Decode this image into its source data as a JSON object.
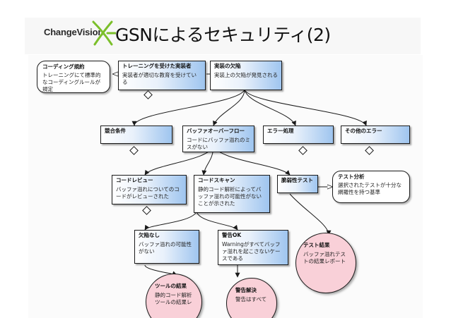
{
  "header": {
    "logo_text_a": "Change",
    "logo_text_b": "Vision",
    "title": "GSNによるセキュリティ(2)"
  },
  "colors": {
    "goal_gradient_end": "#9fc5ef",
    "solution_fill": "#f9d0d8",
    "stroke": "#1a1a1a"
  },
  "nodes": {
    "coding_rules": {
      "title": "コーディング規約",
      "desc": "トレーニングにて標準的なコーディングルールが規定"
    },
    "trained_impl": {
      "title": "トレーニングを受けた実装者",
      "desc": "実装者が適切な教育を受けている"
    },
    "impl_defects": {
      "title": "実装の欠陥",
      "desc": "実装上の欠陥が発見される"
    },
    "race": {
      "title": "競合条件",
      "desc": ""
    },
    "buffer_overflow": {
      "title": "バッファオーバーフロー",
      "desc": "コードにバッファ溢れのミスがない"
    },
    "error_handling": {
      "title": "エラー処理",
      "desc": ""
    },
    "other_errors": {
      "title": "その他のエラー",
      "desc": ""
    },
    "code_review": {
      "title": "コードレビュー",
      "desc": "バッファ溢れについてのコードがレビューされた"
    },
    "code_scan": {
      "title": "コードスキャン",
      "desc": "静的コード解析によってバッファ溢れの可能性がないことが示された"
    },
    "vuln_test": {
      "title": "脆弱性テスト",
      "desc": ""
    },
    "test_analysis": {
      "title": "テスト分析",
      "desc": "選択されたテストが十分な網羅性を持つ基準"
    },
    "no_defect": {
      "title": "欠陥なし",
      "desc": "バッファ溢れの可能性がない"
    },
    "warning_ok": {
      "title": "警告OK",
      "desc": "Warningがすべてバッファ溢れを起こさないケースである"
    },
    "test_result": {
      "title": "テスト結果",
      "desc": "バッファ溢れテストの結果レポート"
    },
    "tool_result": {
      "title": "ツールの結果",
      "desc": "静的コード解析ツールの結果レ"
    },
    "warning_resolved": {
      "title": "警告解決",
      "desc": "警告はすべて"
    }
  }
}
